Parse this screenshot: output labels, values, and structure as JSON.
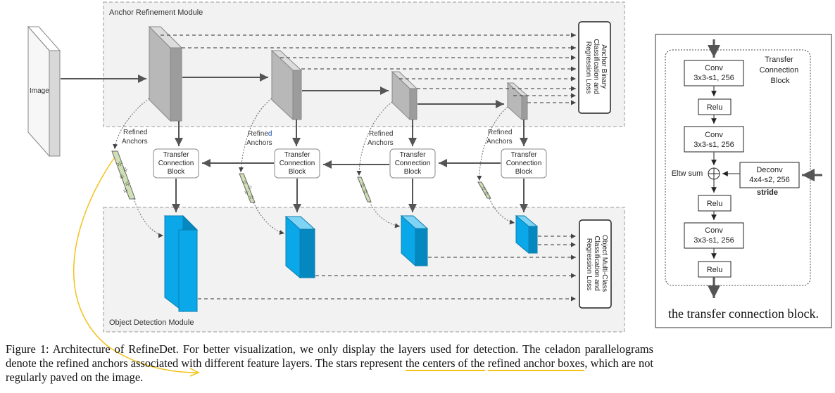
{
  "main": {
    "arm_title": "Anchor Refinement Module",
    "odm_title": "Object Detection Module",
    "image_label": "Image",
    "refined_anchors_lines": [
      "Refined",
      "Anchors"
    ],
    "refined_anchors_alt_first": "Refine",
    "refined_anchors_alt_last": "d",
    "tcb_lines": [
      "Transfer",
      "Connection",
      "Block"
    ],
    "arm_loss_lines": [
      "Anchor Binary",
      "Classification and",
      "Regression Loss"
    ],
    "odm_loss_lines": [
      "Object Multi-Class",
      "Classification and",
      "Regression Loss"
    ]
  },
  "tcb_detail": {
    "title_lines": [
      "Transfer",
      "Connection",
      "Block"
    ],
    "conv1_lines": [
      "Conv",
      "3x3-s1, 256"
    ],
    "relu1": "Relu",
    "conv2_lines": [
      "Conv",
      "3x3-s1, 256"
    ],
    "eltw": "Eltw sum",
    "deconv_lines": [
      "Deconv",
      "4x4-s2, 256"
    ],
    "stride": "stride",
    "relu2": "Relu",
    "conv3_lines": [
      "Conv",
      "3x3-s1, 256"
    ],
    "relu3": "Relu",
    "caption": "the transfer connection block."
  },
  "caption": {
    "part1": "Figure 1: Architecture of RefineDet. For better visualization, we only display the layers used for detection. The celadon parallelograms denote the refined anchors associated with different feature layers. The stars represent ",
    "highlight1": "the centers of the",
    "space": " ",
    "highlight2": "refined anchor boxes",
    "part2": ", which are not regularly paved on the image."
  },
  "colors": {
    "arm_block": "#b8b8b8",
    "odm_block": "#0aa8e8",
    "parallelogram": "#cfe0b4",
    "module_bg": "#f2f2f2",
    "highlight": "#f2c21b"
  }
}
